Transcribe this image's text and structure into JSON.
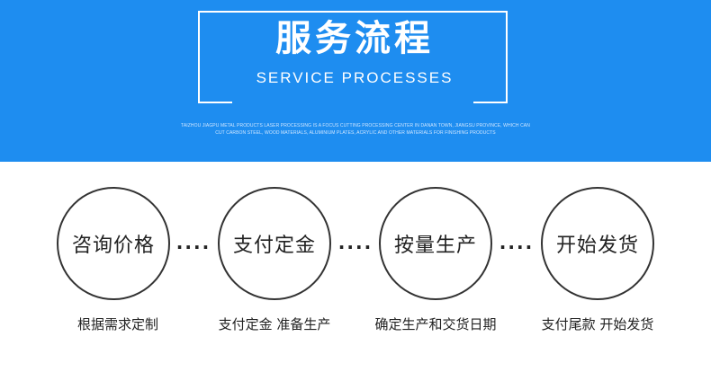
{
  "header": {
    "title_cn": "服务流程",
    "title_en": "SERVICE  PROCESSES",
    "description_line1": "TAIZHOU JIAGPU METAL PRODUCTS LASER PROCESSING IS A FOCUS CUTTING PROCESSING CENTER IN DANAN TOWN, JIANGSU PROVINCE, WHICH CAN",
    "description_line2": "CUT CARBON STEEL, WOOD MATERIALS, ALUMINIUM PLATES, ACRYLIC AND OTHER MATERIALS FOR FINISHING PRODUCTS"
  },
  "steps": [
    {
      "label": "咨询价格",
      "caption": "根据需求定制"
    },
    {
      "label": "支付定金",
      "caption": "支付定金 准备生产"
    },
    {
      "label": "按量生产",
      "caption": "确定生产和交货日期"
    },
    {
      "label": "开始发货",
      "caption": "支付尾款 开始发货"
    }
  ],
  "connector": "....",
  "colors": {
    "banner": "#1e8df0",
    "circle_border": "#333333",
    "text": "#222222"
  }
}
